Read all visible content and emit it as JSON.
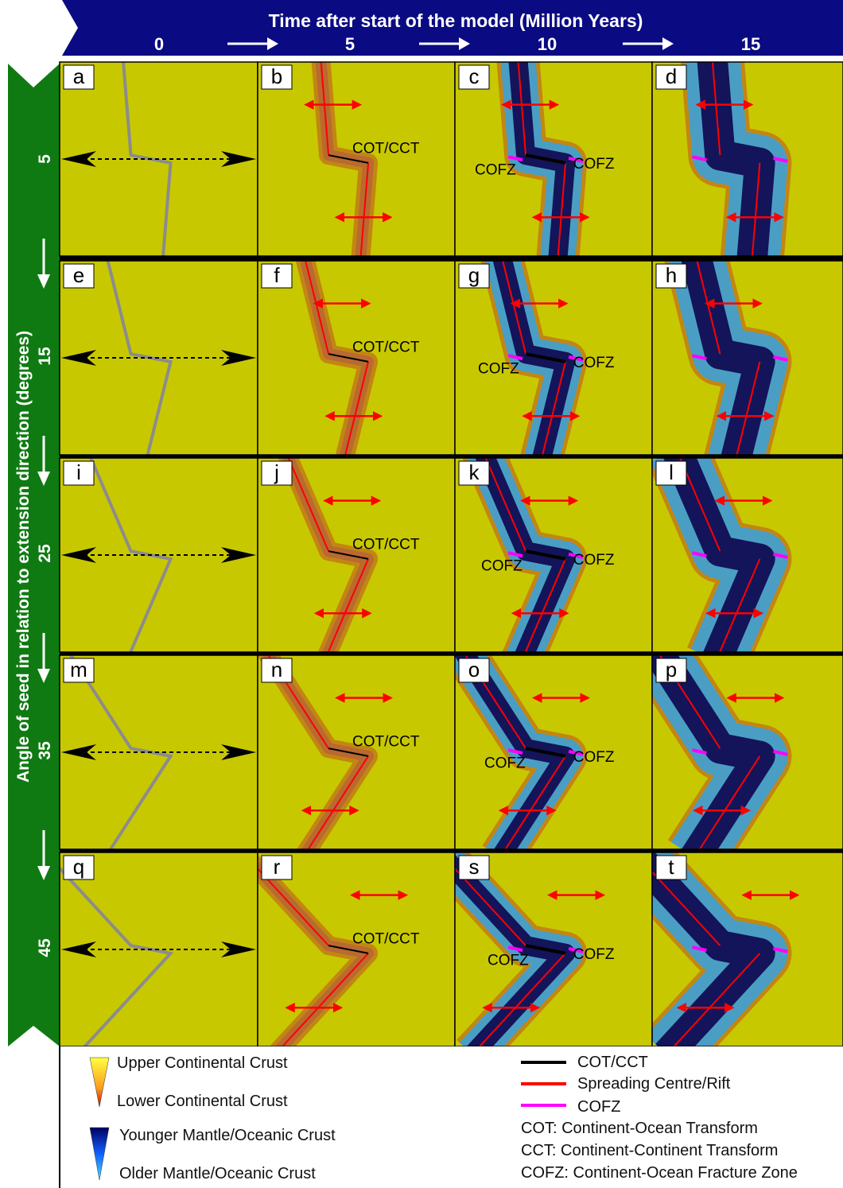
{
  "header": {
    "title": "Time after start of the model (Million Years)",
    "times": [
      "0",
      "5",
      "10",
      "15"
    ]
  },
  "side": {
    "title": "Angle of seed in relation to extension direction (degrees)",
    "angles": [
      "5",
      "15",
      "25",
      "35",
      "45"
    ]
  },
  "panels": {
    "letters": [
      [
        "a",
        "b",
        "c",
        "d"
      ],
      [
        "e",
        "f",
        "g",
        "h"
      ],
      [
        "i",
        "j",
        "k",
        "l"
      ],
      [
        "m",
        "n",
        "o",
        "p"
      ],
      [
        "q",
        "r",
        "s",
        "t"
      ]
    ],
    "cot_label": "COT/CCT",
    "cofz_label": "COFZ"
  },
  "legend": {
    "upper_crust": "Upper Continental Crust",
    "lower_crust": "Lower Continental Crust",
    "younger_mantle": "Younger Mantle/Oceanic Crust",
    "older_mantle": "Older Mantle/Oceanic Crust",
    "line_cot": "COT/CCT",
    "line_rift": "Spreading Centre/Rift",
    "line_cofz": "COFZ",
    "def_cot": "COT: Continent-Ocean Transform",
    "def_cct": "CCT: Continent-Continent Transform",
    "def_cofz": "COFZ: Continent-Ocean Fracture Zone"
  },
  "colors": {
    "header_bg": "#0a0a82",
    "side_bg": "#0f7a12",
    "crust": "#c8c800",
    "ocean_dark": "#14145a",
    "ocean_light": "#4a9ec4",
    "rift": "#ff0000",
    "cofz": "#ff00ff",
    "cot": "#000000",
    "seed": "#8c8c8c",
    "divider": "#000000"
  }
}
